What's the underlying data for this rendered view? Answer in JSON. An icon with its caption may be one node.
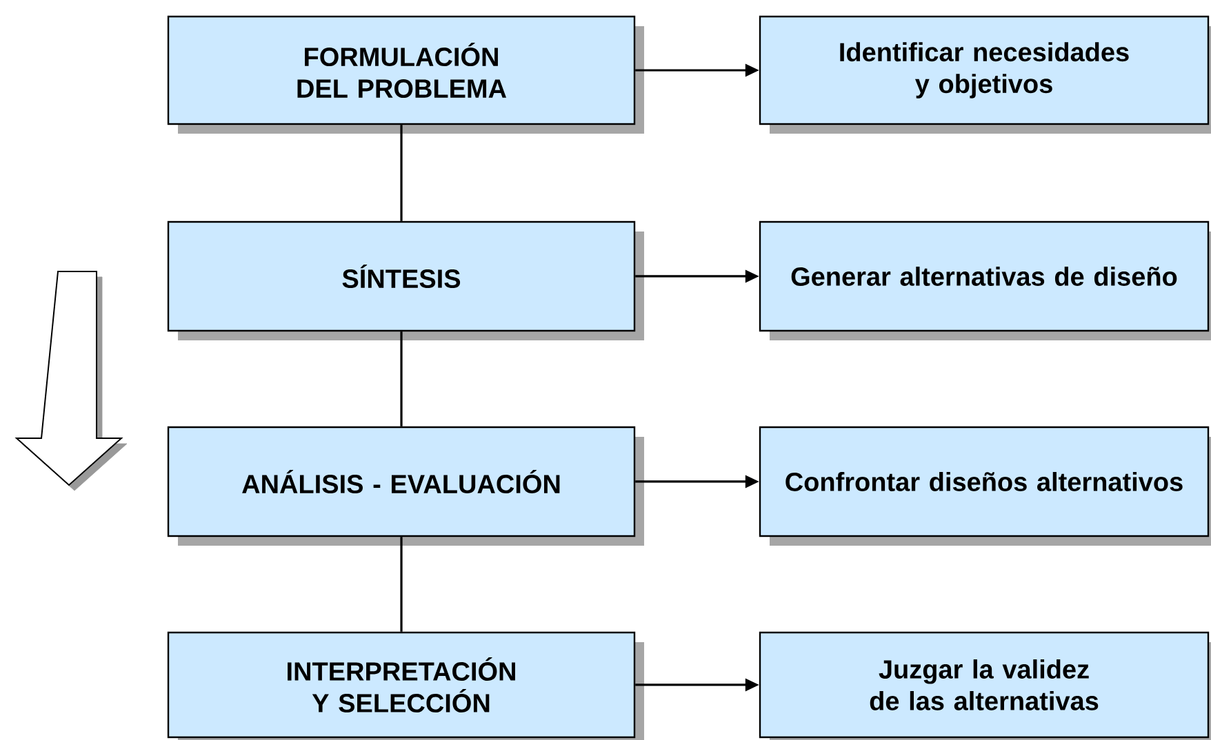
{
  "diagram": {
    "nodes": [
      {
        "text": [
          "FORMULACIÓN DEL PROBLEMA"
        ]
      },
      {
        "text": [
          "Identificar necesidades y objetivos"
        ]
      },
      {
        "text": [
          "SÍNTESIS"
        ]
      },
      {
        "text": [
          "Generar alternativas de diseño"
        ]
      },
      {
        "text": [
          "ANÁLISIS - EVALUACIÓN"
        ]
      },
      {
        "text": [
          "Confrontar diseños alternativos"
        ]
      },
      {
        "text": [
          "INTERPRETACIÓN Y SELECCIÓN"
        ]
      },
      {
        "text": [
          "Juzgar la validez de las alternativas"
        ]
      }
    ],
    "edges": [
      {
        "from": 0,
        "to": 1,
        "arrow": "to"
      },
      {
        "from": 0,
        "to": 2,
        "arrow": "none"
      },
      {
        "from": 2,
        "to": 3,
        "arrow": "to"
      },
      {
        "from": 2,
        "to": 4,
        "arrow": "none"
      },
      {
        "from": 4,
        "to": 5,
        "arrow": "to"
      },
      {
        "from": 4,
        "to": 6,
        "arrow": "none"
      },
      {
        "from": 6,
        "to": 7,
        "arrow": "to"
      }
    ]
  }
}
